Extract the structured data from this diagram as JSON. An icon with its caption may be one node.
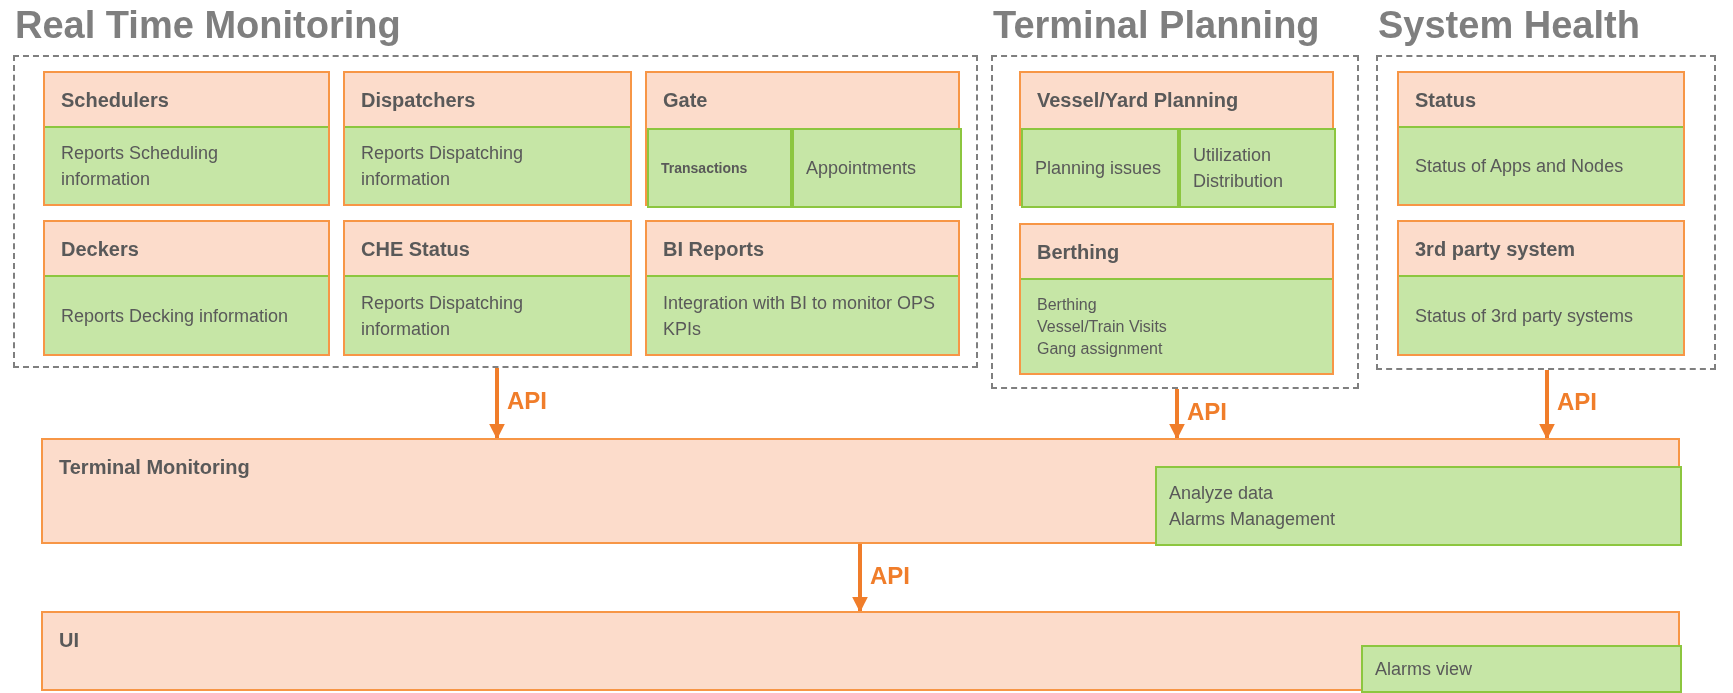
{
  "diagram": {
    "nodes": [
      {
        "text": [
          "Real Time Monitoring"
        ]
      },
      {
        "text": [
          "Schedulers",
          "Reports Scheduling information"
        ],
        "in": 0
      },
      {
        "text": [
          "Dispatchers",
          "Reports Dispatching information"
        ],
        "in": 0
      },
      {
        "text": [
          "Gate"
        ],
        "in": 0
      },
      {
        "text": [
          "Transactions"
        ],
        "in": 3
      },
      {
        "text": [
          "Appointments"
        ],
        "in": 3
      },
      {
        "text": [
          "Deckers",
          "Reports Decking information"
        ],
        "in": 0
      },
      {
        "text": [
          "CHE Status",
          "Reports Dispatching information"
        ],
        "in": 0
      },
      {
        "text": [
          "BI Reports",
          "Integration with BI to monitor OPS KPIs"
        ],
        "in": 0
      },
      {
        "text": [
          "Terminal Planning"
        ]
      },
      {
        "text": [
          "Vessel/Yard Planning"
        ],
        "in": 9
      },
      {
        "text": [
          "Planning issues"
        ],
        "in": 10
      },
      {
        "text": [
          "Utilization Distribution"
        ],
        "in": 10
      },
      {
        "text": [
          "Berthing",
          "Berthing",
          "Vessel/Train Visits",
          "Gang assignment"
        ],
        "in": 9
      },
      {
        "text": [
          "System Health"
        ]
      },
      {
        "text": [
          "Status",
          "Status of Apps and Nodes"
        ],
        "in": 14
      },
      {
        "text": [
          "3rd party system",
          "Status of 3rd party systems"
        ],
        "in": 14
      },
      {
        "text": [
          "Terminal Monitoring"
        ]
      },
      {
        "text": [
          "Analyze data",
          "Alarms Management"
        ],
        "in": 17
      },
      {
        "text": [
          "UI"
        ]
      },
      {
        "text": [
          "Alarms view"
        ],
        "in": 19
      }
    ],
    "edges": [
      {
        "from": 0,
        "to": 17,
        "arrow": "to",
        "label": "API"
      },
      {
        "from": 9,
        "to": 17,
        "arrow": "to",
        "label": "API"
      },
      {
        "from": 14,
        "to": 17,
        "arrow": "to",
        "label": "API"
      },
      {
        "from": 17,
        "to": 19,
        "arrow": "to",
        "label": "API"
      }
    ]
  }
}
